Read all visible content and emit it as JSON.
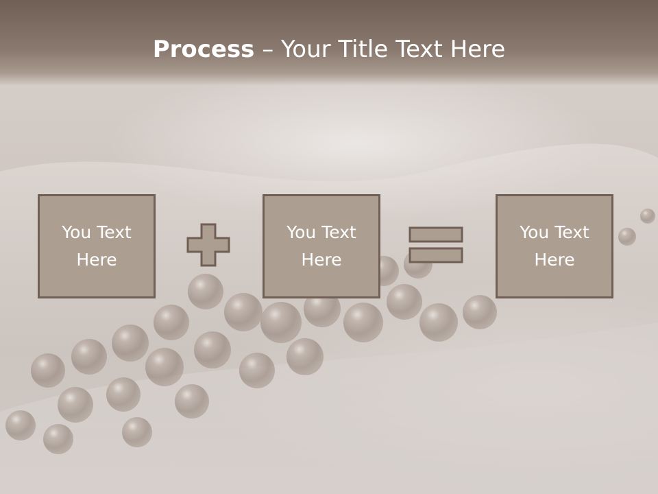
{
  "slide": {
    "title_bold": "Process",
    "title_rest": " – Your Title Text Here",
    "boxes": [
      {
        "text": "You Text Here"
      },
      {
        "text": "You Text Here"
      },
      {
        "text": "You Text Here"
      }
    ],
    "operators": [
      "plus-icon",
      "equals-icon"
    ],
    "colors": {
      "title_bar": "#7d6d62",
      "box_fill": "#ad9e92",
      "box_border": "#6f5f55",
      "text": "#ffffff"
    }
  }
}
